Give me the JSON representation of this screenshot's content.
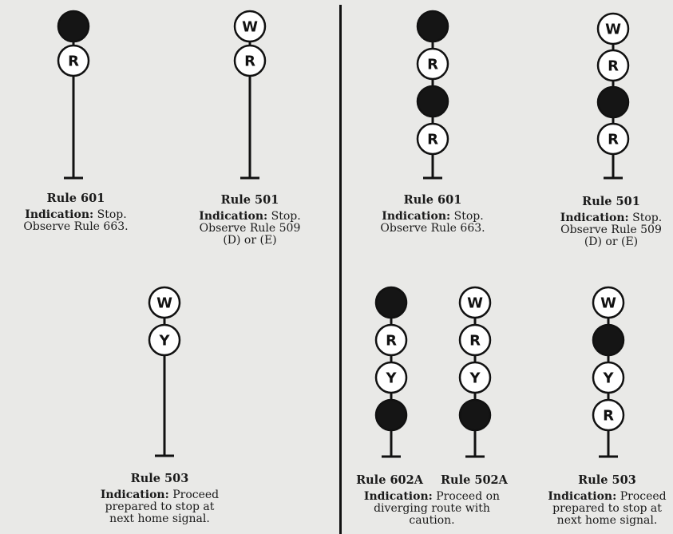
{
  "page": {
    "indication_label": "Indication:"
  },
  "signals": [
    {
      "id": "s1",
      "lights": [
        "dark",
        "R"
      ]
    },
    {
      "id": "s2",
      "lights": [
        "W",
        "R"
      ]
    },
    {
      "id": "s3",
      "lights": [
        "dark",
        "R",
        "dark",
        "R"
      ]
    },
    {
      "id": "s4",
      "lights": [
        "W",
        "R",
        "dark",
        "R"
      ]
    },
    {
      "id": "s5",
      "lights": [
        "W",
        "Y"
      ]
    },
    {
      "id": "s6",
      "lights": [
        "dark",
        "R",
        "Y",
        "dark"
      ]
    },
    {
      "id": "s7",
      "lights": [
        "W",
        "R",
        "Y",
        "dark"
      ]
    },
    {
      "id": "s8",
      "lights": [
        "W",
        "dark",
        "Y",
        "R"
      ]
    }
  ],
  "captions": [
    {
      "rule": "Rule 601",
      "lines": [
        "Stop.",
        "Observe Rule 663."
      ]
    },
    {
      "rule": "Rule 501",
      "lines": [
        "Stop.",
        "Observe Rule 509",
        "(D) or (E)"
      ]
    },
    {
      "rule": "Rule 601",
      "lines": [
        "Stop.",
        "Observe Rule 663."
      ]
    },
    {
      "rule": "Rule 501",
      "lines": [
        "Stop.",
        "Observe Rule 509",
        "(D) or (E)"
      ]
    },
    {
      "rule": "Rule 503",
      "lines": [
        "Proceed",
        "prepared to stop at",
        "next home signal."
      ]
    },
    {
      "rule_pair": [
        "Rule 602A",
        "Rule 502A"
      ],
      "lines": [
        "Proceed on",
        "diverging route with",
        "caution."
      ]
    },
    {
      "rule": "Rule 503",
      "lines": [
        "Proceed",
        "prepared to stop at",
        "next home signal."
      ]
    }
  ]
}
